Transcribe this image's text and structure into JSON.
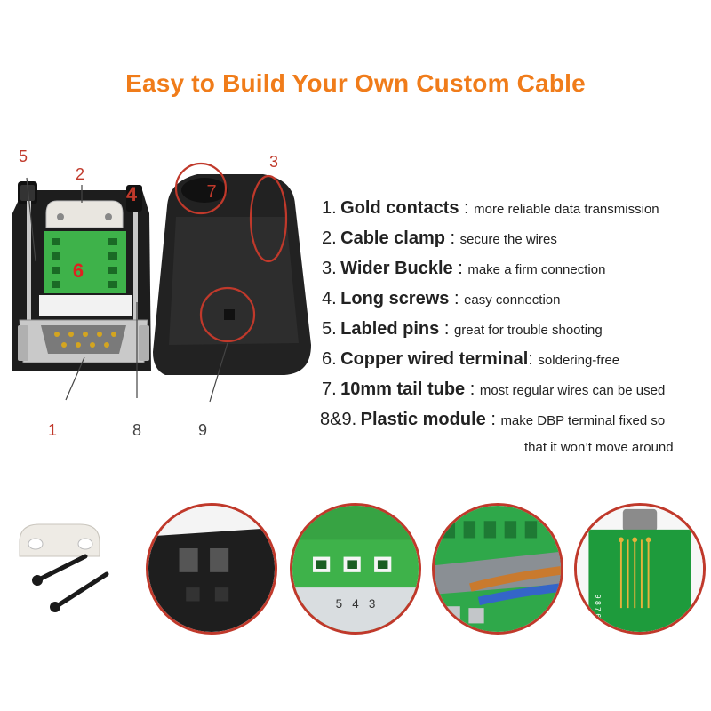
{
  "title": "Easy to Build Your Own Custom Cable",
  "colors": {
    "title": "#F07C1A",
    "accent_red": "#C0392B",
    "terminal_green": "#3EB24A",
    "pcb_green": "#1E9B3C"
  },
  "callouts": [
    "1",
    "2",
    "3",
    "4",
    "5",
    "6",
    "7",
    "8",
    "9"
  ],
  "features": [
    {
      "num": "1.",
      "name": "Gold contacts",
      "sep": " : ",
      "desc": "more reliable data transmission"
    },
    {
      "num": "2.",
      "name": "Cable clamp",
      "sep": " : ",
      "desc": "secure the wires"
    },
    {
      "num": "3.",
      "name": "Wider Buckle",
      "sep": " : ",
      "desc": "make a firm connection"
    },
    {
      "num": "4.",
      "name": "Long screws",
      "sep": " : ",
      "desc": "easy connection"
    },
    {
      "num": "5.",
      "name": "Labled pins",
      "sep": " : ",
      "desc": "great for trouble shooting"
    },
    {
      "num": "6.",
      "name": "Copper wired terminal",
      "sep": ": ",
      "desc": "soldering-free"
    },
    {
      "num": "7.",
      "name": "10mm tail tube",
      "sep": " : ",
      "desc": "most regular wires can be used"
    },
    {
      "num": "8&9.",
      "name": "Plastic module",
      "sep": " : ",
      "desc": "make DBP terminal fixed so"
    }
  ],
  "feature_continuation": "that it won’t move around",
  "detail_labels": {
    "terminal_numbers": "5   4   3",
    "pcb_pins": "9 8 7 6"
  }
}
